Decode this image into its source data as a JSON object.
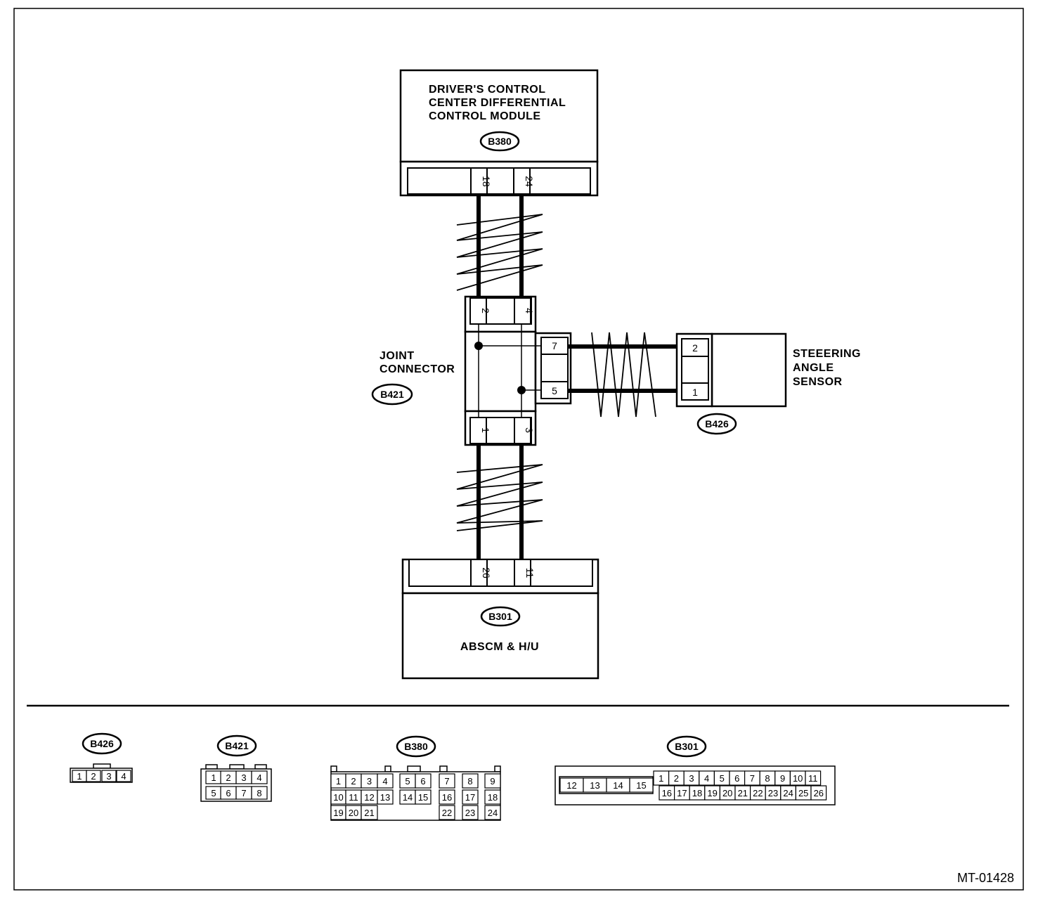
{
  "figure_code": "MT-01428",
  "components": {
    "top_module": {
      "lines": [
        "DRIVER'S CONTROL",
        "CENTER DIFFERENTIAL",
        "CONTROL MODULE"
      ],
      "code": "B380"
    },
    "joint_connector": {
      "lines": [
        "JOINT",
        "CONNECTOR"
      ],
      "code": "B421"
    },
    "steering_sensor": {
      "lines": [
        "STEEERING",
        "ANGLE",
        "SENSOR"
      ],
      "code": "B426"
    },
    "bottom_module": {
      "label": "ABSCM & H/U",
      "code": "B301"
    }
  },
  "pins": {
    "b380_left": "18",
    "b380_right": "24",
    "b421_top_left": "2",
    "b421_top_right": "4",
    "b421_side_top": "7",
    "b421_side_bottom": "5",
    "b421_bottom_left": "1",
    "b421_bottom_right": "3",
    "b426_top": "2",
    "b426_bottom": "1",
    "b301_left": "26",
    "b301_right": "11"
  },
  "connector_views": {
    "b426": {
      "code": "B426",
      "row1": [
        "1",
        "2",
        "3",
        "4"
      ]
    },
    "b421": {
      "code": "B421",
      "row1": [
        "1",
        "2",
        "3",
        "4"
      ],
      "row2": [
        "5",
        "6",
        "7",
        "8"
      ]
    },
    "b380": {
      "code": "B380",
      "row1": [
        "1",
        "2",
        "3",
        "4",
        "5",
        "6",
        "7",
        "8",
        "9"
      ],
      "row2": [
        "10",
        "11",
        "12",
        "13",
        "14",
        "15",
        "16",
        "17",
        "18"
      ],
      "row3": [
        "19",
        "20",
        "21",
        "22",
        "23",
        "24"
      ]
    },
    "b301": {
      "code": "B301",
      "left": [
        "12",
        "13",
        "14",
        "15"
      ],
      "row1": [
        "1",
        "2",
        "3",
        "4",
        "5",
        "6",
        "7",
        "8",
        "9",
        "10",
        "11"
      ],
      "row2": [
        "16",
        "17",
        "18",
        "19",
        "20",
        "21",
        "22",
        "23",
        "24",
        "25",
        "26"
      ]
    }
  }
}
